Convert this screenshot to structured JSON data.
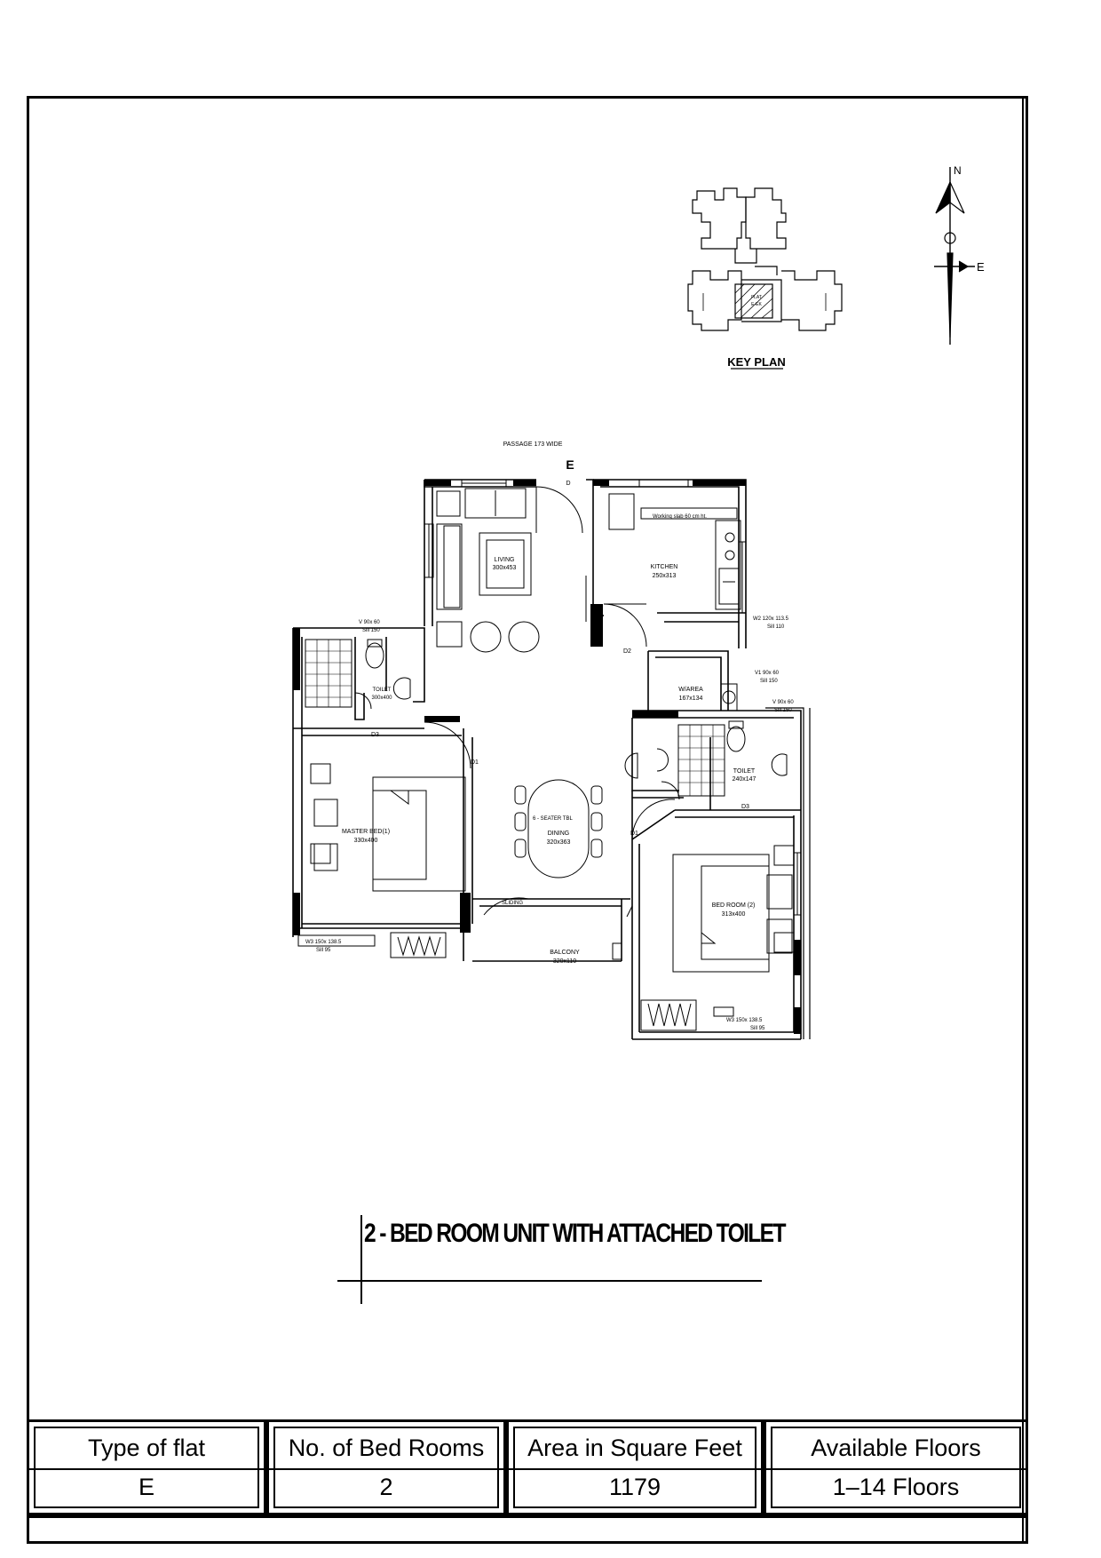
{
  "key_plan": {
    "label": "KEY PLAN",
    "flat_tag": "FLAT",
    "flat_tag2": "E-EK"
  },
  "north_arrow": {
    "n": "N",
    "e": "E"
  },
  "plan": {
    "passage": "PASSAGE 173 WIDE",
    "entry_mark": "E",
    "door_d": "D",
    "living": {
      "name": "LIVING",
      "size": "300x453"
    },
    "kitchen": {
      "name": "KITCHEN",
      "size": "250x313",
      "note": "Working slab 60 cm ht."
    },
    "w2": "W2 120x 113.5",
    "w2_sill": "Sill 110",
    "d2": "D2",
    "warea": {
      "name": "W/AREA",
      "size": "167x134"
    },
    "v1a": "V1 90x 60",
    "v1a_sill": "Sill 150",
    "v1b": "V 90x 60",
    "v1b_sill": "Sill 150",
    "v_left": "V 90x 60",
    "v_left_sill": "Sill 150",
    "toilet_left": {
      "name": "TOILET",
      "size": "300x400"
    },
    "d3_left": "D3",
    "d1_left": "D1",
    "master": {
      "name": "MASTER BED(1)",
      "size": "330x400"
    },
    "dining": {
      "name": "DINING",
      "size": "320x363",
      "note": "6 - SEATER TBL"
    },
    "toilet_right": {
      "name": "TOILET",
      "size": "240x147"
    },
    "d3_right": "D3",
    "d1_right": "D1",
    "bed2": {
      "name": "BED ROOM (2)",
      "size": "313x400"
    },
    "balcony": {
      "name": "BALCONY",
      "size": "320x110"
    },
    "sliding": "SLIDING",
    "w3_left": "W3 150x 138.5",
    "w3_left_sill": "Sill 95",
    "w3_right": "W3 150x 138.5",
    "w3_right_sill": "Sill 95"
  },
  "title": "2 - BED ROOM UNIT WITH ATTACHED TOILET",
  "table": {
    "headers": [
      "Type of flat",
      "No. of Bed Rooms",
      "Area in Square Feet",
      "Available Floors"
    ],
    "values": [
      "E",
      "2",
      "1179",
      "1–14 Floors"
    ]
  }
}
